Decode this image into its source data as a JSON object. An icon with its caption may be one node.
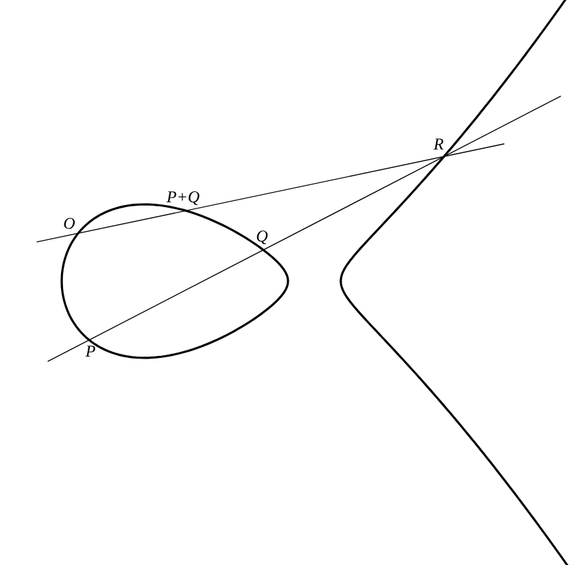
{
  "diagram": {
    "labels": [
      "O",
      "P+Q",
      "Q",
      "R",
      "P"
    ]
  }
}
